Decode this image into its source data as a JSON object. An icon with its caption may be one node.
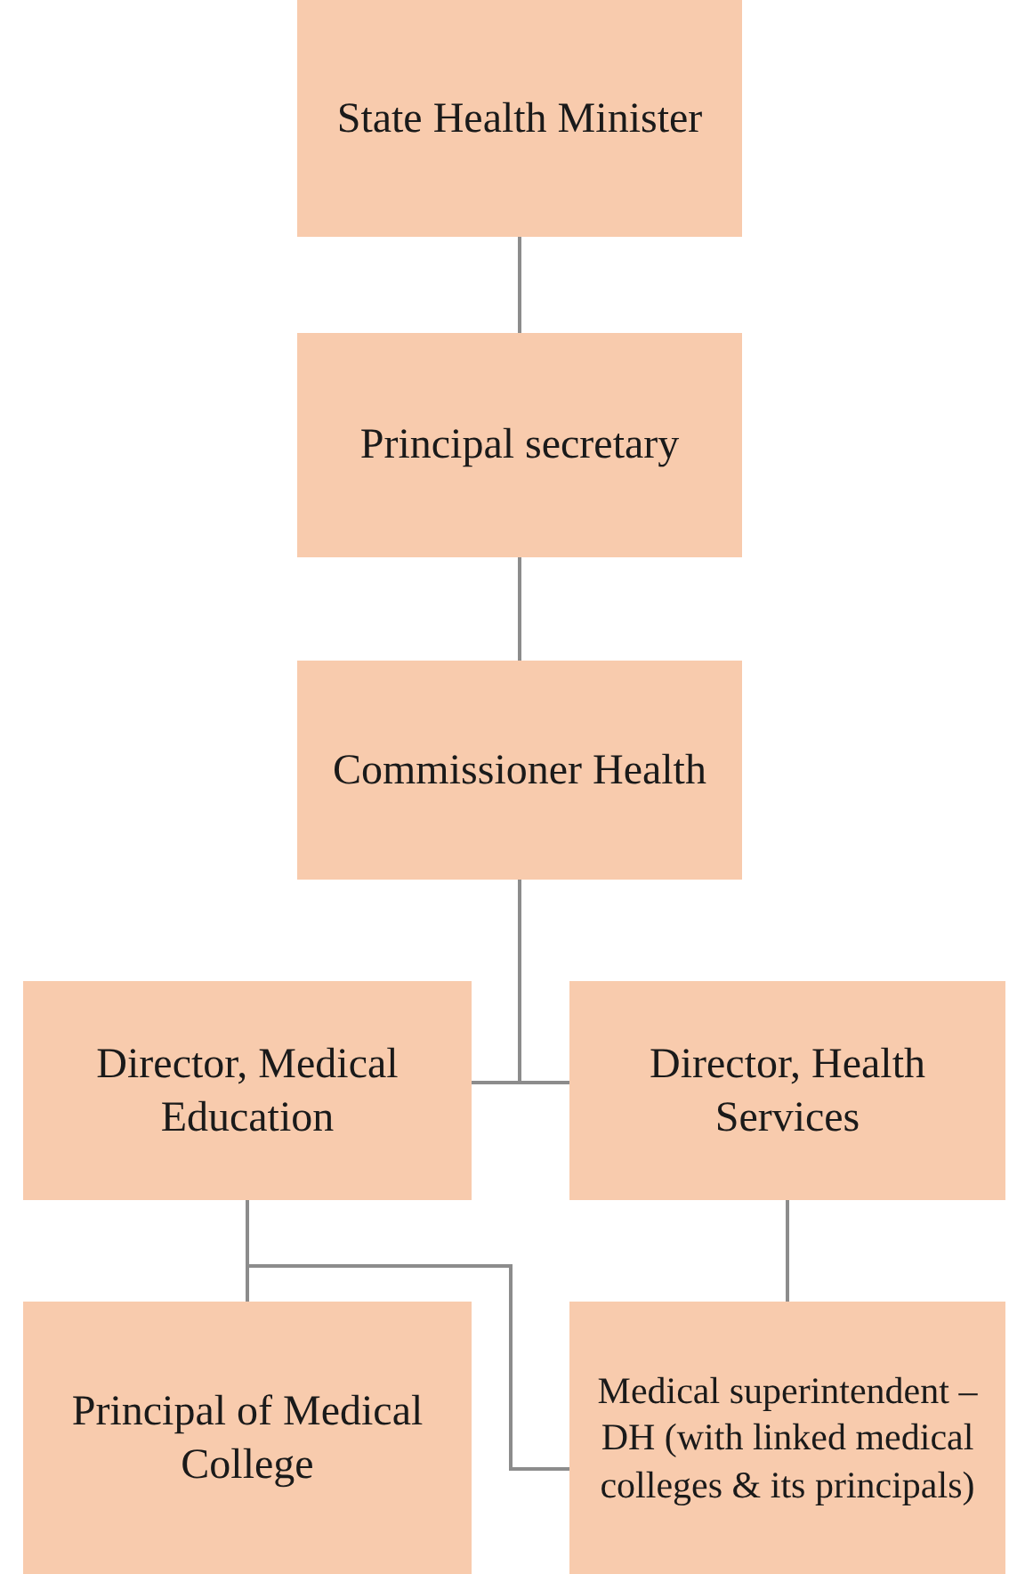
{
  "diagram": {
    "nodes": [
      {
        "text": [
          "State Health Minister"
        ]
      },
      {
        "text": [
          "Principal secretary"
        ]
      },
      {
        "text": [
          "Commissioner Health"
        ]
      },
      {
        "text": [
          "Director, Medical Education"
        ]
      },
      {
        "text": [
          "Director, Health Services"
        ]
      },
      {
        "text": [
          "Principal of Medical College"
        ]
      },
      {
        "text": [
          "Medical superintendent – DH (with linked medical colleges & its principals)"
        ]
      }
    ],
    "edges": [
      {
        "from": 0,
        "to": 1,
        "arrow": "none"
      },
      {
        "from": 1,
        "to": 2,
        "arrow": "none"
      },
      {
        "from": 2,
        "to": 3,
        "arrow": "none"
      },
      {
        "from": 2,
        "to": 4,
        "arrow": "none"
      },
      {
        "from": 3,
        "to": 5,
        "arrow": "none"
      },
      {
        "from": 3,
        "to": 6,
        "arrow": "none"
      },
      {
        "from": 4,
        "to": 6,
        "arrow": "none"
      }
    ]
  }
}
